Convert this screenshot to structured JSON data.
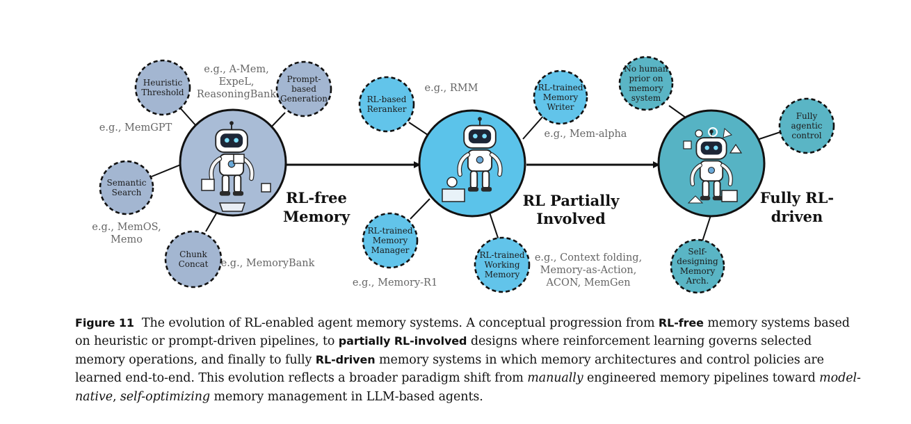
{
  "colors": {
    "stage1": "#a9bcd6",
    "stage2": "#5bc3ea",
    "stage3": "#56b3c4",
    "sat1": "#a3b6d1",
    "sat2": "#62c4ea",
    "sat3": "#5ab5c5",
    "arrow": "#111111",
    "example_text": "#666666"
  },
  "stages": {
    "s1": {
      "line1": "RL-free",
      "line2": "Memory"
    },
    "s2": {
      "line1": "RL Partially",
      "line2": "Involved"
    },
    "s3": {
      "line1": "Fully RL-",
      "line2": "driven"
    }
  },
  "satellites": {
    "heuristic_threshold": [
      "Heuristic",
      "Threshold"
    ],
    "prompt_based_generation": [
      "Prompt-",
      "based",
      "Generation"
    ],
    "semantic_search": [
      "Semantic",
      "Search"
    ],
    "chunk_concat": [
      "Chunk",
      "Concat"
    ],
    "rl_based_reranker": [
      "RL-based",
      "Reranker"
    ],
    "rl_trained_memory_writer": [
      "RL-trained",
      "Memory",
      "Writer"
    ],
    "rl_trained_memory_manager": [
      "RL-trained",
      "Memory",
      "Manager"
    ],
    "rl_trained_working_memory": [
      "RL-trained",
      "Working",
      "Memory"
    ],
    "no_human_prior": [
      "No human",
      "prior on",
      "memory",
      "system"
    ],
    "fully_agentic_control": [
      "Fully",
      "agentic",
      "control"
    ],
    "self_designing_memory_arch": [
      "Self-",
      "designing",
      "Memory",
      "Arch."
    ]
  },
  "examples": {
    "amem": [
      "e.g., A-Mem,",
      "ExpeL,",
      "ReasoningBank"
    ],
    "memgpt": [
      "e.g., MemGPT"
    ],
    "memos": [
      "e.g., MemOS,",
      "Memo"
    ],
    "memorybank": [
      "e.g., MemoryBank"
    ],
    "rmm": [
      "e.g., RMM"
    ],
    "memalpha": [
      "e.g., Mem-alpha"
    ],
    "memoryr1": [
      "e.g., Memory-R1"
    ],
    "context_folding": [
      "e.g., Context folding,",
      "Memory-as-Action,",
      "ACON, MemGen"
    ]
  },
  "caption": {
    "label": "Figure 11",
    "t1": "The evolution of RL-enabled agent memory systems. A conceptual progression from ",
    "k1": "RL-free",
    "t2": " memory systems based on heuristic or prompt-driven pipelines, to ",
    "k2": "partially RL-involved",
    "t3": " designs where reinforcement learning governs selected memory operations, and finally to fully ",
    "k3": "RL-driven",
    "t4": " memory systems in which memory architectures and control policies are learned end-to-end. This evolution reflects a broader paradigm shift from ",
    "i1": "manually",
    "t5": " engineered memory pipelines toward ",
    "i2": "model-native",
    "t6": ", ",
    "i3": "self-optimizing",
    "t7": " memory management in LLM-based agents."
  }
}
